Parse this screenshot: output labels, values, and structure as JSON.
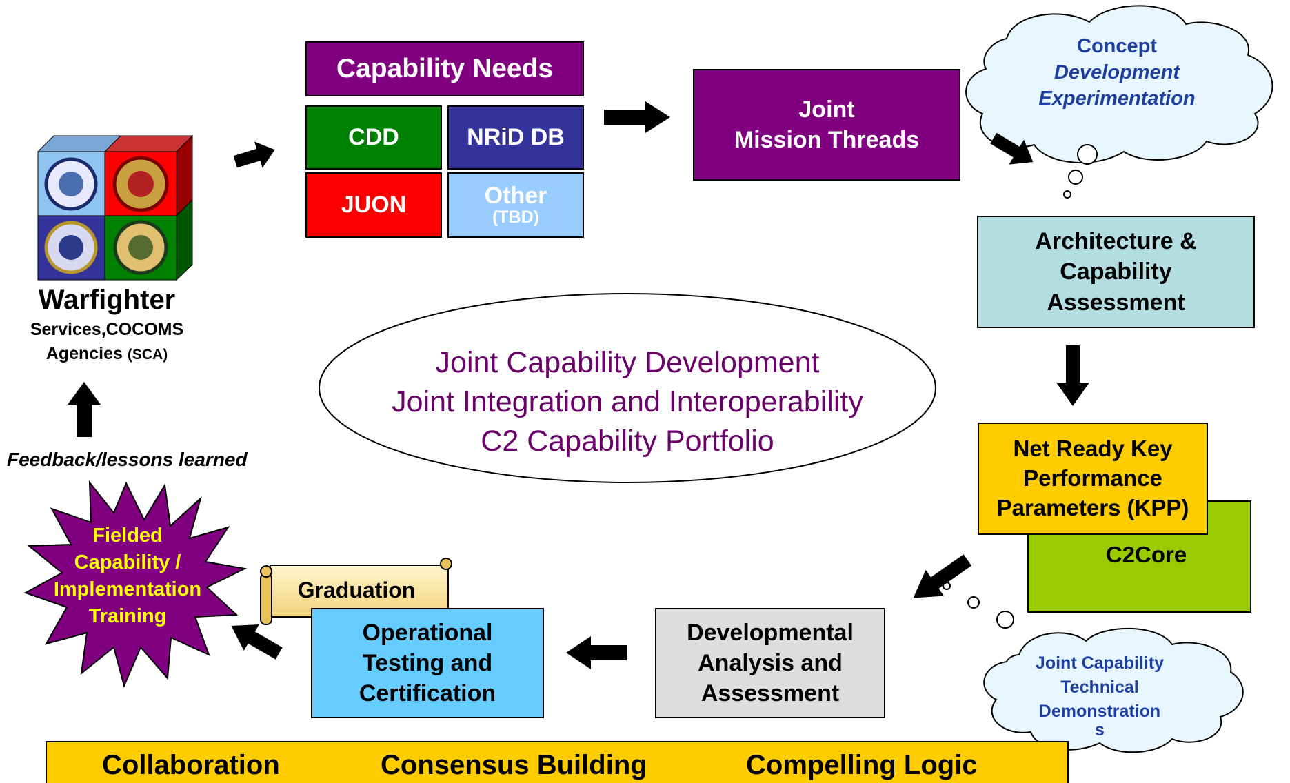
{
  "colors": {
    "purple": "#800080",
    "green": "#008000",
    "navy": "#333399",
    "red": "#ff0000",
    "light_blue": "#99ccff",
    "teal_light": "#b3dde0",
    "gold": "#ffcc00",
    "lime": "#99cc00",
    "sky": "#66ccff",
    "grey": "#dddddd",
    "cloud_text": "#1f3fa0",
    "star_red": "#ff0000",
    "ellipse_text": "#6b006b",
    "star_label": "#ffff00"
  },
  "capability_needs": {
    "title": "Capability Needs",
    "cdd": "CDD",
    "nrid": "NRiD DB",
    "juon": "JUON",
    "other": "Other",
    "other_sub": "(TBD)"
  },
  "joint_mission_threads": {
    "line1": "Joint",
    "line2": "Mission Threads"
  },
  "concept_cloud": {
    "line1": "Concept",
    "line2": "Development",
    "line3": "Experimentation"
  },
  "architecture": {
    "line1": "Architecture &",
    "line2": "Capability",
    "line3": "Assessment"
  },
  "nr_kpp": {
    "line1": "Net Ready Key",
    "line2": "Performance",
    "line3": "Parameters (KPP)"
  },
  "c2core": {
    "label": "C2Core"
  },
  "jctd_cloud": {
    "line1": "Joint Capability",
    "line2": "Technical",
    "line3": "Demonstration",
    "line4": "s"
  },
  "developmental": {
    "line1": "Developmental",
    "line2": "Analysis and",
    "line3": "Assessment"
  },
  "operational": {
    "line1": "Operational",
    "line2": "Testing and",
    "line3": "Certification"
  },
  "graduation": {
    "label": "Graduation"
  },
  "fielded": {
    "line1": "Fielded",
    "line2": "Capability /",
    "line3": "Implementation",
    "line4": "Training"
  },
  "warfighter": {
    "title": "Warfighter",
    "line1": "Services,COCOMS",
    "line2a": "Agencies ",
    "line2b": "(SCA)"
  },
  "feedback": {
    "label": "Feedback/lessons learned"
  },
  "ellipse": {
    "line1": "Joint Capability Development",
    "line2": "Joint Integration and Interoperability",
    "line3": "C2 Capability Portfolio"
  },
  "bottom_bar": {
    "item1": "Collaboration",
    "item2": "Consensus Building",
    "item3": "Compelling Logic"
  }
}
